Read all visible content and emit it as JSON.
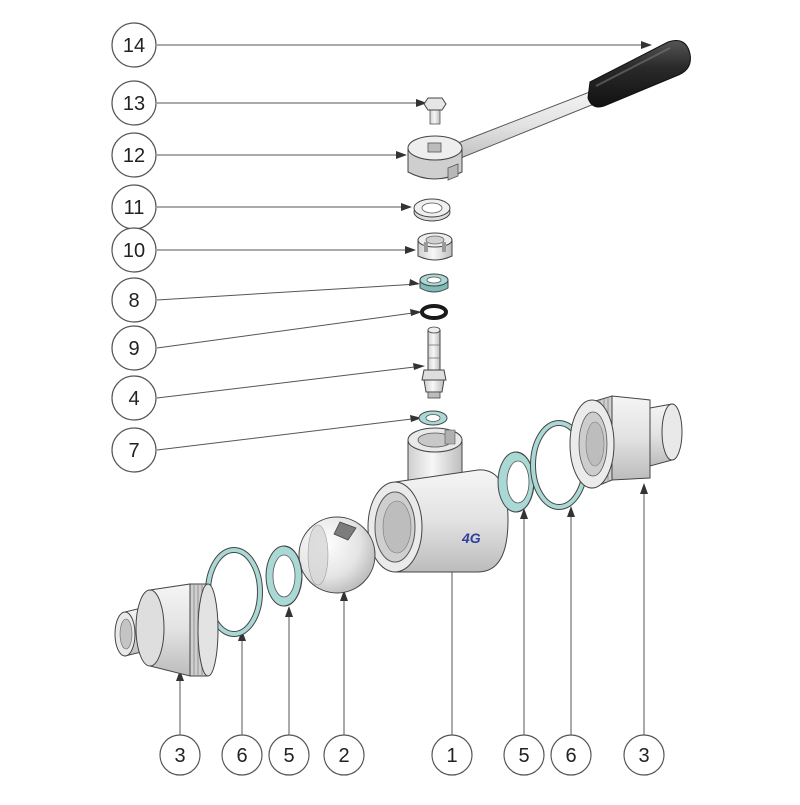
{
  "diagram": {
    "callouts": {
      "c14": "14",
      "c13": "13",
      "c12": "12",
      "c11": "11",
      "c10": "10",
      "c8": "8",
      "c9": "9",
      "c4": "4",
      "c7": "7",
      "b3_left": "3",
      "b6_left": "6",
      "b5_left": "5",
      "b2": "2",
      "b1": "1",
      "b5_right": "5",
      "b6_right": "6",
      "b3_right": "3"
    },
    "logo_text": "4G"
  },
  "colors": {
    "outline": "#444444",
    "metal_light": "#f1f1f1",
    "metal_mid": "#d6d6d6",
    "metal_dark": "#a9a9a9",
    "seal_teal": "#8fc6c4",
    "handle_grip": "#2d2d2d",
    "oring_black": "#1a1a1a",
    "logo_blue": "#2e3f9e"
  }
}
